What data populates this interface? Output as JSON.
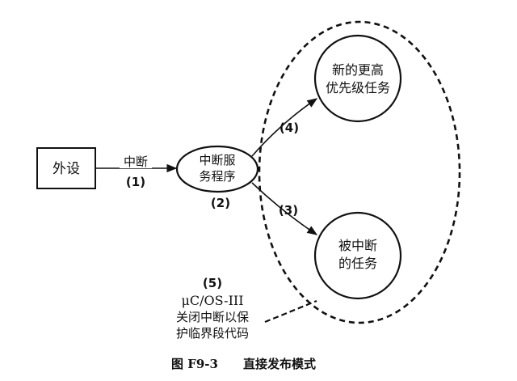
{
  "nodes": {
    "peripheral": "外设",
    "isr_line1": "中断服",
    "isr_line2": "务程序",
    "higher_task_line1": "新的更高",
    "higher_task_line2": "优先级任务",
    "interrupted_task_line1": "被中断",
    "interrupted_task_line2": "的任务"
  },
  "edges": {
    "interrupt_label": "中断",
    "step1": "(1)",
    "step2": "(2)",
    "step3": "(3)",
    "step4": "(4)",
    "step5": "(5)"
  },
  "note": {
    "line1": "μC/OS-III",
    "line2": "关闭中断以保",
    "line3": "护临界段代码"
  },
  "caption": {
    "figure_no": "图 F9-3",
    "title": "直接发布模式"
  },
  "colors": {
    "ink": "#111111",
    "background": "#ffffff"
  }
}
